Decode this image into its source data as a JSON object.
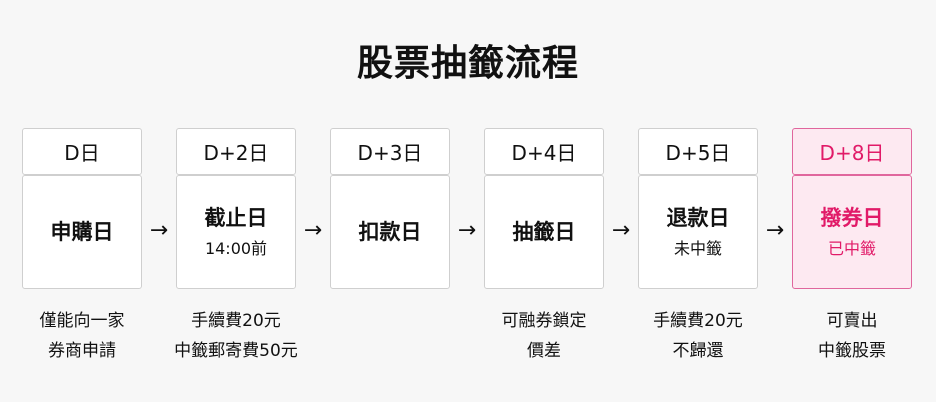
{
  "title": "股票抽籤流程",
  "steps": [
    {
      "day": "D日",
      "title": "申購日",
      "sub": "",
      "notes": [
        "僅能向一家",
        "券商申請"
      ]
    },
    {
      "day": "D+2日",
      "title": "截止日",
      "sub": "14:00前",
      "notes": [
        "手續費20元",
        "中籤郵寄費50元"
      ]
    },
    {
      "day": "D+3日",
      "title": "扣款日",
      "sub": "",
      "notes": [
        "",
        ""
      ]
    },
    {
      "day": "D+4日",
      "title": "抽籤日",
      "sub": "",
      "notes": [
        "可融券鎖定",
        "價差"
      ]
    },
    {
      "day": "D+5日",
      "title": "退款日",
      "sub": "未中籤",
      "notes": [
        "手續費20元",
        "不歸還"
      ]
    },
    {
      "day": "D+8日",
      "title": "撥券日",
      "sub": "已中籤",
      "notes": [
        "可賣出",
        "中籤股票"
      ]
    }
  ],
  "arrow": "→",
  "colors": {
    "highlight": "#e11a68",
    "highlight_bg": "#fde9f1",
    "border": "#cfcfcf"
  }
}
